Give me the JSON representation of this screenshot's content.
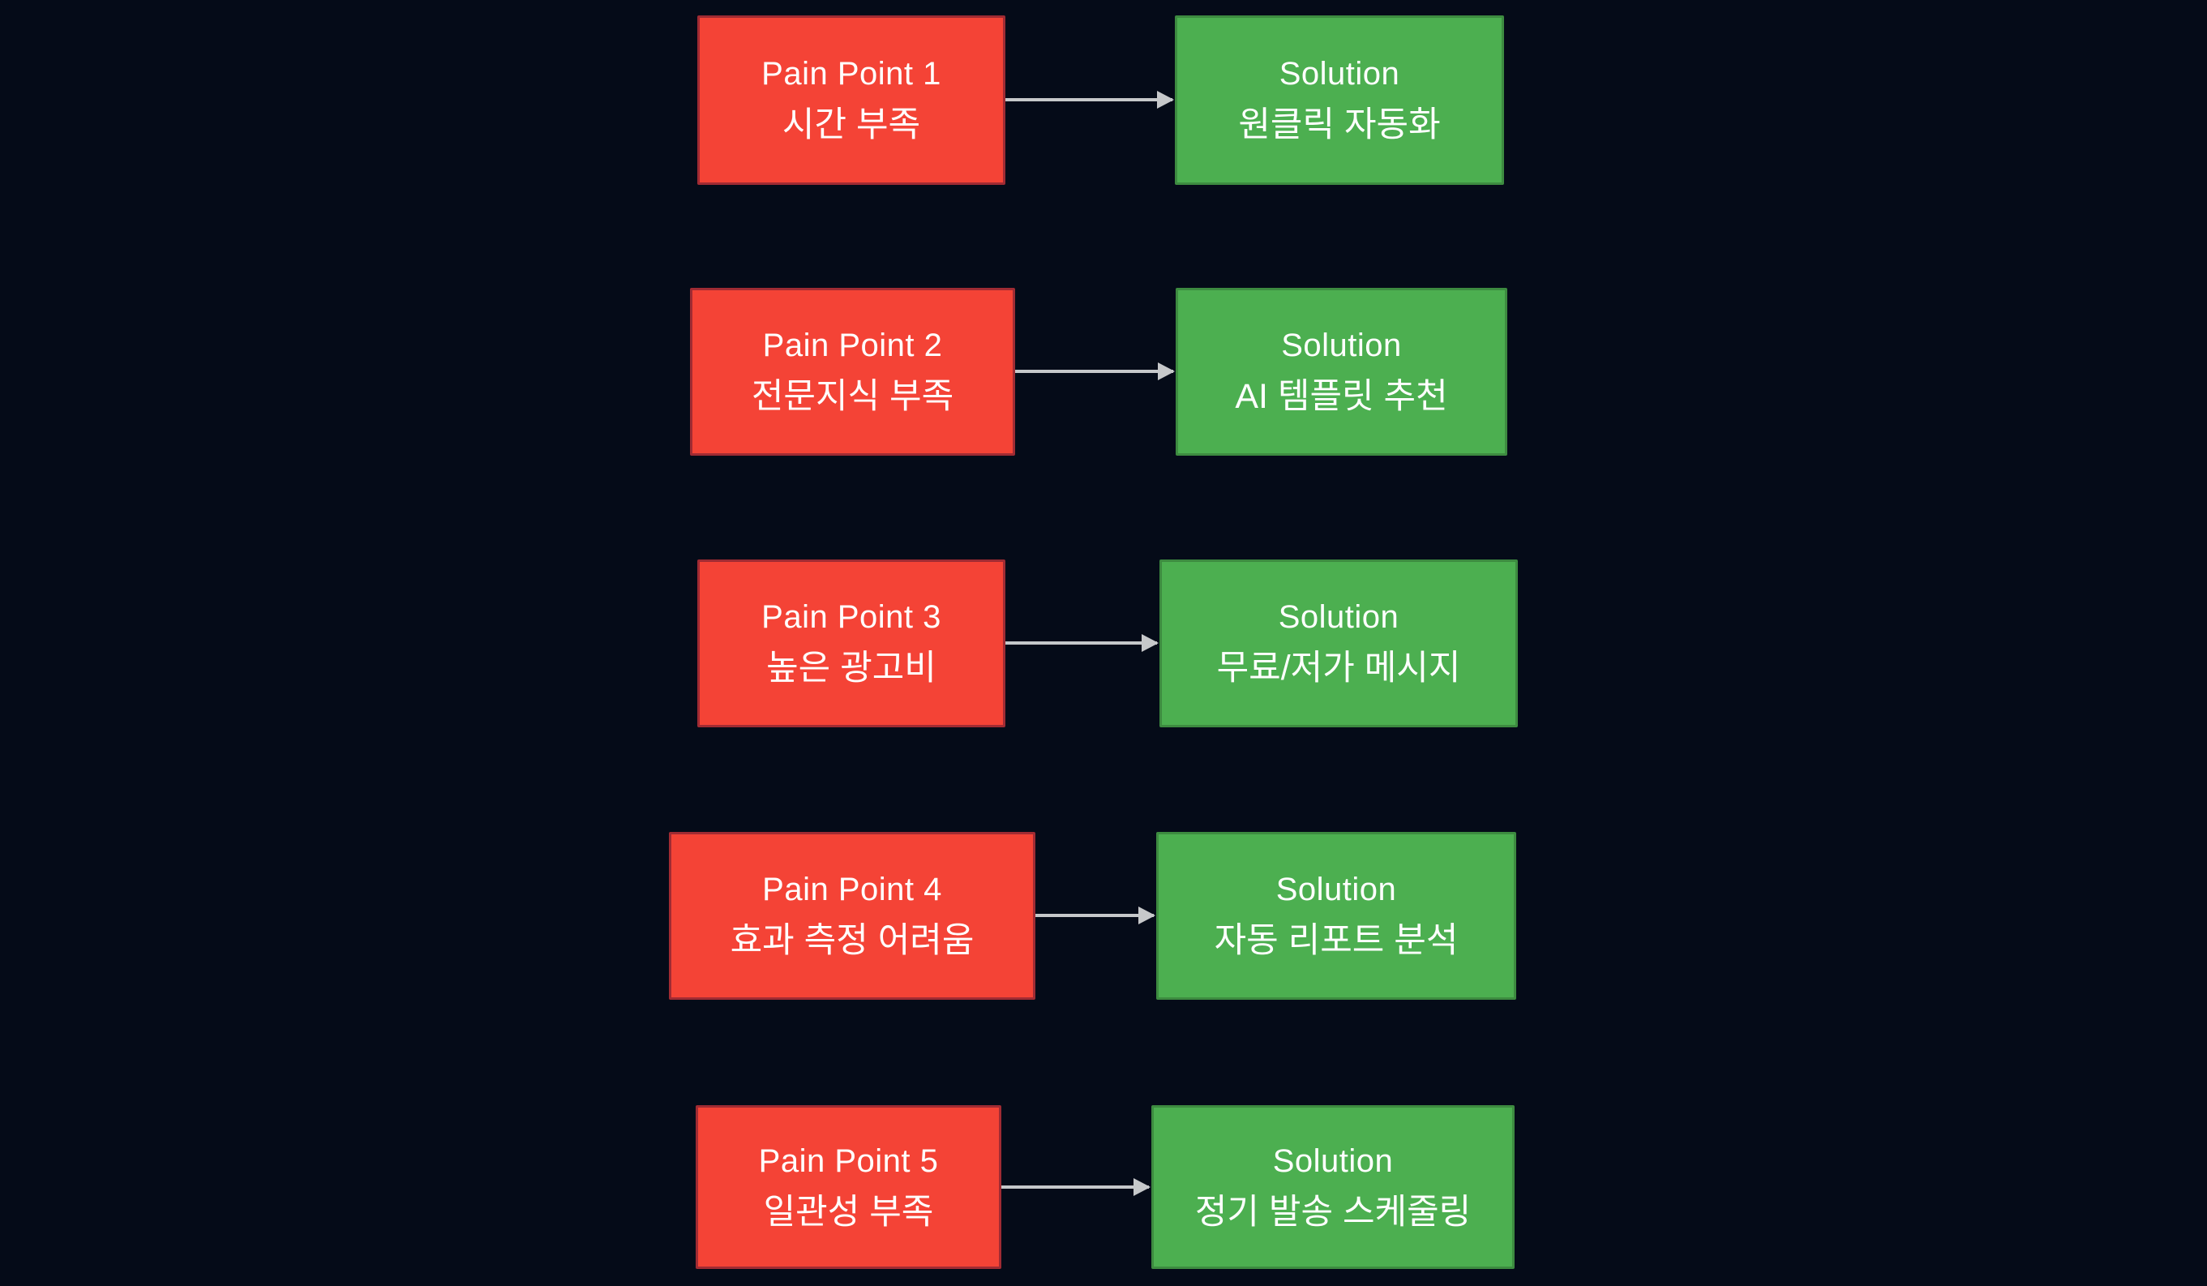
{
  "diagram": {
    "description": "Pain Point to Solution mapping flowchart",
    "colors": {
      "background": "#050b18",
      "pain_fill": "#f44336",
      "pain_border": "#a02b33",
      "solution_fill": "#4caf50",
      "solution_border": "#3d8b40",
      "arrow": "#c6c8ca",
      "text": "#ffffff"
    }
  },
  "rows": [
    {
      "pain": {
        "title": "Pain Point 1",
        "subtitle": "시간 부족"
      },
      "solution": {
        "title": "Solution",
        "subtitle": "원클릭 자동화"
      }
    },
    {
      "pain": {
        "title": "Pain Point 2",
        "subtitle": "전문지식 부족"
      },
      "solution": {
        "title": "Solution",
        "subtitle": "AI 템플릿 추천"
      }
    },
    {
      "pain": {
        "title": "Pain Point 3",
        "subtitle": "높은 광고비"
      },
      "solution": {
        "title": "Solution",
        "subtitle": "무료/저가 메시지"
      }
    },
    {
      "pain": {
        "title": "Pain Point 4",
        "subtitle": "효과 측정 어려움"
      },
      "solution": {
        "title": "Solution",
        "subtitle": "자동 리포트 분석"
      }
    },
    {
      "pain": {
        "title": "Pain Point 5",
        "subtitle": "일관성 부족"
      },
      "solution": {
        "title": "Solution",
        "subtitle": "정기 발송 스케줄링"
      }
    }
  ]
}
